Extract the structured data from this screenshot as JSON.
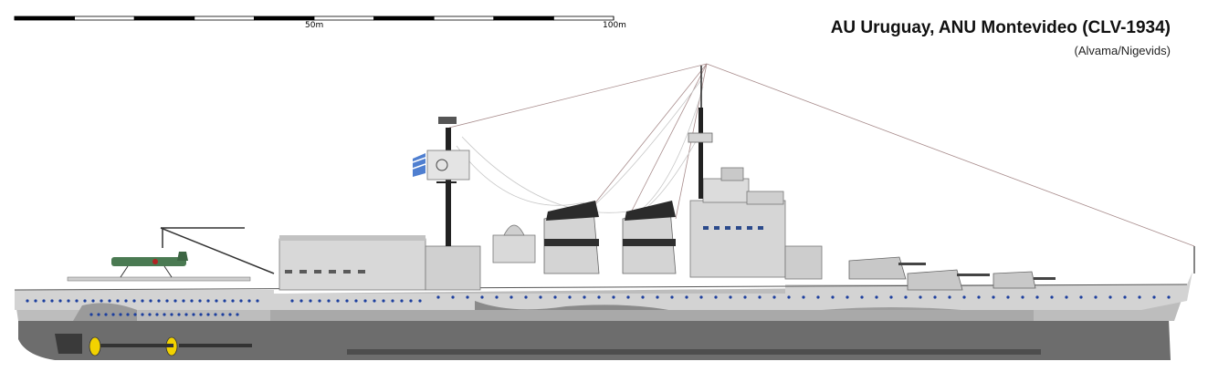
{
  "title": "AU Uruguay, ANU Montevideo (CLV-1934)",
  "credit": "(Alvama/Nigevids)",
  "scale": {
    "mid_label": "50m",
    "end_label": "100m",
    "segments": 10
  },
  "colors": {
    "hull_upper": "#d3d3d3",
    "hull_mid": "#bdbdbd",
    "hull_lower": "#6d6d6d",
    "superstructure": "#d8d8d8",
    "funnel_cap": "#2b2b2b",
    "portholes": "#1d3f9e",
    "propeller": "#f2d200",
    "rigging": "#a88c8c"
  },
  "icons": [
    "flag-icon",
    "seaplane-icon",
    "crane-icon",
    "propeller-icon"
  ]
}
